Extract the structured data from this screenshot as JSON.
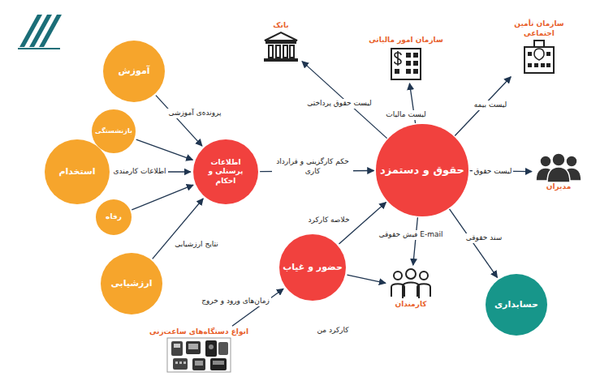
{
  "diagram": {
    "nodes": [
      {
        "text": [
          "آموزش"
        ]
      },
      {
        "text": [
          "بازنشستگی"
        ]
      },
      {
        "text": [
          "استخدام"
        ]
      },
      {
        "text": [
          "رفاه"
        ]
      },
      {
        "text": [
          "ارزشیابی"
        ]
      },
      {
        "text": [
          "اطلاعات پرسنلی و احکام"
        ]
      },
      {
        "text": [
          "حقوق و دستمزد"
        ]
      },
      {
        "text": [
          "حضور و غیاب"
        ]
      },
      {
        "text": [
          "حسابداری"
        ]
      },
      {
        "text": [
          "بانک"
        ]
      },
      {
        "text": [
          "سازمان امور مالیاتی"
        ]
      },
      {
        "text": [
          "سازمان تأمین اجتماعی"
        ]
      },
      {
        "text": [
          "مدیران"
        ]
      },
      {
        "text": [
          "کارمندان"
        ]
      },
      {
        "text": [
          "انواع دستگاه‌های ساعت‌زنی"
        ]
      }
    ],
    "edges": [
      {
        "from": 0,
        "to": 5,
        "label": "پرونده‌ی آموزشی",
        "arrow": "to"
      },
      {
        "from": 1,
        "to": 5,
        "arrow": "to"
      },
      {
        "from": 2,
        "to": 5,
        "label": "اطلاعات کارمندی",
        "arrow": "to"
      },
      {
        "from": 3,
        "to": 5,
        "arrow": "to"
      },
      {
        "from": 4,
        "to": 5,
        "label": "نتایج ارزشیابی",
        "arrow": "to"
      },
      {
        "from": 5,
        "to": 6,
        "label": "حکم کارگزینی و قرارداد کاری",
        "arrow": "to"
      },
      {
        "from": 6,
        "to": 9,
        "label": "لیست حقوق پرداختی",
        "arrow": "to"
      },
      {
        "from": 6,
        "to": 10,
        "label": "لیست مالیات",
        "arrow": "to"
      },
      {
        "from": 6,
        "to": 11,
        "label": "لیست بیمه",
        "arrow": "to"
      },
      {
        "from": 6,
        "to": 12,
        "label": "لیست حقوق",
        "arrow": "to"
      },
      {
        "from": 6,
        "to": 8,
        "label": "سند حقوقی",
        "arrow": "to"
      },
      {
        "from": 6,
        "to": 13,
        "label": "E-mail فیش حقوقی",
        "arrow": "to"
      },
      {
        "from": 7,
        "to": 6,
        "label": "خلاصه کارکرد",
        "arrow": "to"
      },
      {
        "from": 7,
        "to": 13,
        "label": "کارکرد من",
        "arrow": "to"
      },
      {
        "from": 14,
        "to": 7,
        "label": "زمان‌های ورود و خروج",
        "arrow": "to"
      }
    ]
  }
}
